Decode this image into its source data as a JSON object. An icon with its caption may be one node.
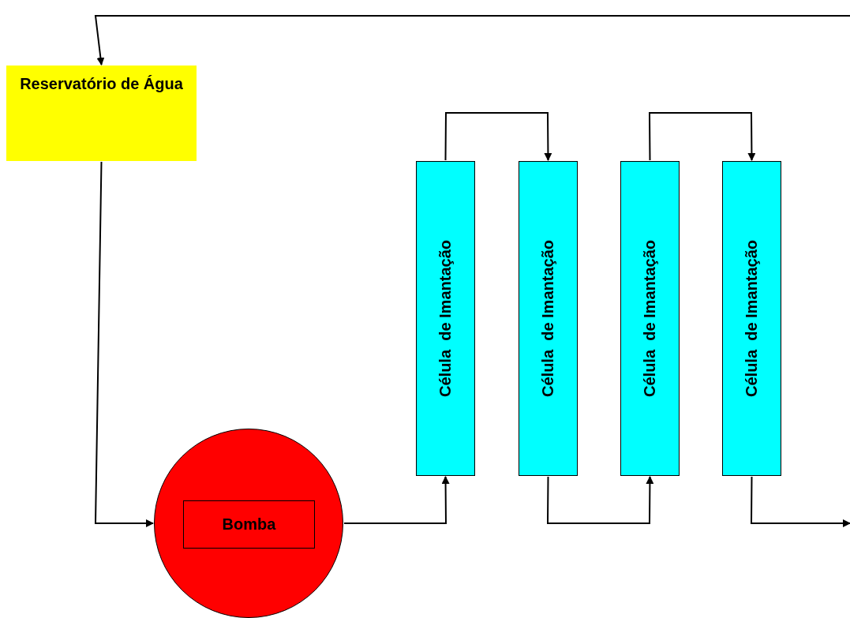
{
  "diagram": {
    "nodes": [
      {
        "text": [
          "Reservatório de Água"
        ]
      },
      {
        "text": [],
        "shape": "circle"
      },
      {
        "text": [
          "Bomba"
        ],
        "in": 1
      },
      {
        "text": [
          "Célula  de Imantação"
        ]
      },
      {
        "text": [
          "Célula  de Imantação"
        ]
      },
      {
        "text": [
          "Célula  de Imantação"
        ]
      },
      {
        "text": [
          "Célula  de Imantação"
        ]
      }
    ],
    "edges": [
      {
        "from": 0,
        "to": 1,
        "arrow": "to"
      },
      {
        "from": 1,
        "to": 3,
        "arrow": "to"
      },
      {
        "from": 3,
        "to": 4,
        "arrow": "to"
      },
      {
        "from": 4,
        "to": 5,
        "arrow": "to"
      },
      {
        "from": 5,
        "to": 6,
        "arrow": "to"
      },
      {
        "from": 6,
        "to": null,
        "arrow": "to"
      },
      {
        "from": null,
        "to": 0,
        "arrow": "to"
      }
    ]
  }
}
